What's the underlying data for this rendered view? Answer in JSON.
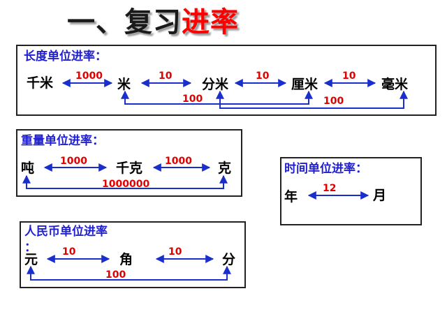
{
  "title": {
    "main": "一、复习",
    "accent": "进率"
  },
  "colors": {
    "heading": "#1f1fd0",
    "rate": "#e00000",
    "arrow": "#1a2ecc",
    "border": "#222222",
    "title_accent": "#ff0000"
  },
  "length": {
    "heading": "长度单位进率：",
    "units": [
      "千米",
      "米",
      "分米",
      "厘米",
      "毫米"
    ],
    "rates": [
      "1000",
      "10",
      "10",
      "10"
    ],
    "bottom_rates": [
      "100",
      "100"
    ]
  },
  "weight": {
    "heading": "重量单位进率：",
    "units": [
      "吨",
      "千克",
      "克"
    ],
    "rates": [
      "1000",
      "1000"
    ],
    "bottom_rate": "1000000"
  },
  "time": {
    "heading": "时间单位进率：",
    "units": [
      "年",
      "月"
    ],
    "rate": "12"
  },
  "money": {
    "heading_line1": "人民币单位进率",
    "heading_line2": "：",
    "units": [
      "元",
      "角",
      "分"
    ],
    "rates": [
      "10",
      "10"
    ],
    "bottom_rate": "100"
  }
}
